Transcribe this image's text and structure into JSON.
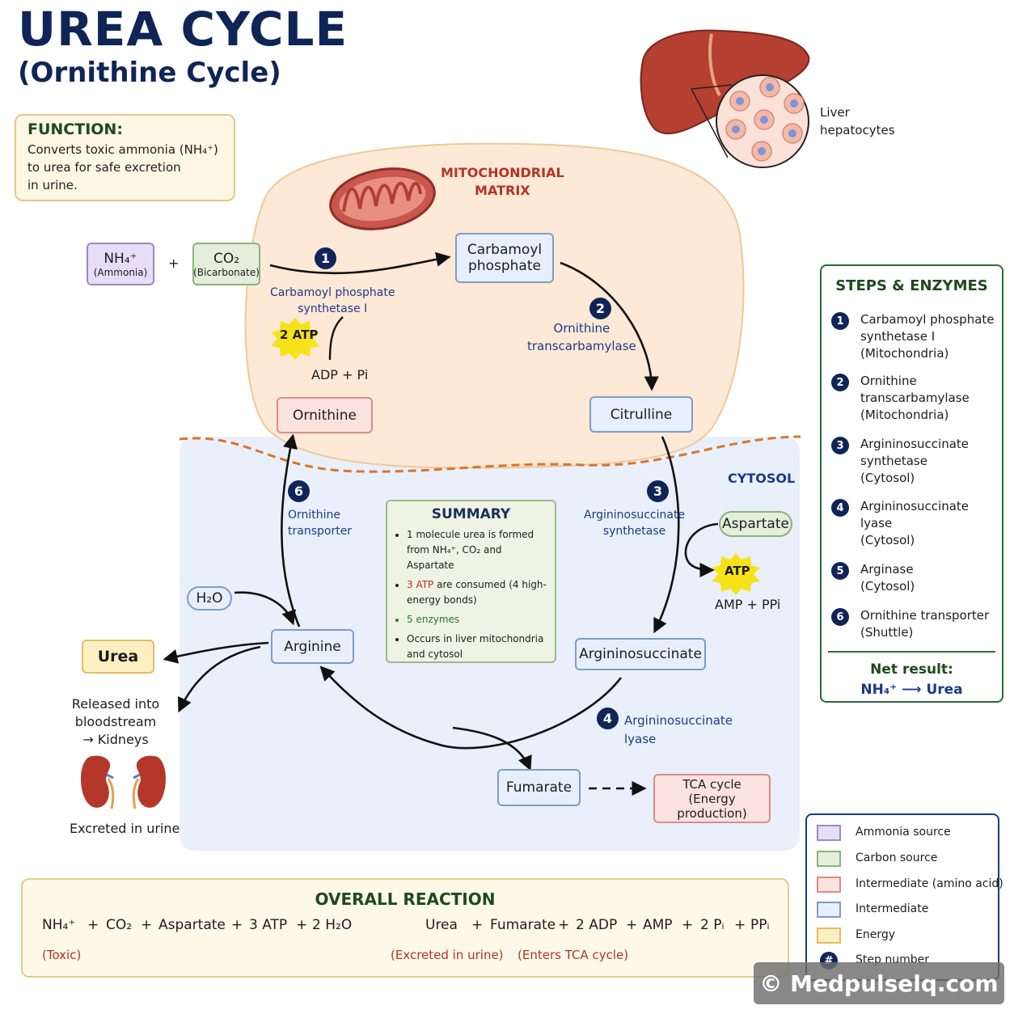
{
  "header": {
    "title": "UREA CYCLE",
    "subtitle": "(Ornithine Cycle)"
  },
  "function": {
    "heading": "FUNCTION:",
    "line1": "Converts toxic ammonia (NH₄⁺)",
    "line2": "to urea for safe excretion",
    "line3": "in urine."
  },
  "liver": {
    "line1": "Liver",
    "line2": "hepatocytes"
  },
  "regions": {
    "mito_line1": "MITOCHONDRIAL",
    "mito_line2": "MATRIX",
    "cytosol": "CYTOSOL"
  },
  "molecules": {
    "nh4": {
      "name": "NH₄⁺",
      "sub": "(Ammonia)"
    },
    "plus": "+",
    "co2": {
      "name": "CO₂",
      "sub": "(Bicarbonate)"
    },
    "carbamoyl_line1": "Carbamoyl",
    "carbamoyl_line2": "phosphate",
    "citrulline": "Citrulline",
    "ornithine": "Ornithine",
    "aspartate": "Aspartate",
    "argininosuccinate": "Argininosuccinate",
    "arginine": "Arginine",
    "fumarate": "Fumarate",
    "urea": "Urea",
    "h2o": "H₂O",
    "tca_line1": "TCA cycle",
    "tca_line2": "(Energy production)"
  },
  "labels": {
    "atp2": "2 ATP",
    "adp_pi": "ADP + Pi",
    "atp": "ATP",
    "amp_ppi": "AMP + PPi",
    "released_line1": "Released into",
    "released_line2": "bloodstream",
    "released_line3": "→  Kidneys",
    "excreted": "Excreted in urine"
  },
  "enzymes": {
    "e1_line1": "Carbamoyl phosphate",
    "e1_line2": "synthetase I",
    "e2_line1": "Ornithine",
    "e2_line2": "transcarbamylase",
    "e3_line1": "Argininosuccinate",
    "e3_line2": "synthetase",
    "e4_line1": "Argininosuccinate",
    "e4_line2": "lyase",
    "e6_line1": "Ornithine",
    "e6_line2": "transporter"
  },
  "step_numbers": [
    "1",
    "2",
    "3",
    "4",
    "6"
  ],
  "summary": {
    "heading": "SUMMARY",
    "b1": "1 molecule urea is formed from NH₄⁺, CO₂ and Aspartate",
    "b2_red": "3 ATP",
    "b2_rest": " are consumed (4 high-energy bonds)",
    "b3": "5 enzymes",
    "b4": "Occurs in liver mitochondria and cytosol"
  },
  "steps_panel": {
    "heading": "STEPS & ENZYMES",
    "items": [
      {
        "n": "1",
        "text": "Carbamoyl phosphate\nsynthetase I\n(Mitochondria)"
      },
      {
        "n": "2",
        "text": "Ornithine\ntranscarbamylase\n(Mitochondria)"
      },
      {
        "n": "3",
        "text": "Argininosuccinate\nsynthetase\n(Cytosol)"
      },
      {
        "n": "4",
        "text": "Argininosuccinate\nlyase\n(Cytosol)"
      },
      {
        "n": "5",
        "text": "Arginase\n(Cytosol)"
      },
      {
        "n": "6",
        "text": "Ornithine transporter\n(Shuttle)"
      }
    ],
    "net_label": "Net result:",
    "net_value": "NH₄⁺  ⟶  Urea"
  },
  "legend": {
    "items": [
      {
        "label": "Ammonia source",
        "color": "#e7ddf6",
        "border": "#9b8ac4"
      },
      {
        "label": "Carbon source",
        "color": "#e3efdb",
        "border": "#8ab47c"
      },
      {
        "label": "Intermediate (amino acid)",
        "color": "#fbe2df",
        "border": "#d98e86"
      },
      {
        "label": "Intermediate",
        "color": "#e6effb",
        "border": "#7f9cc8"
      },
      {
        "label": "Energy",
        "color": "#fdefc4",
        "border": "#e2bd61"
      }
    ],
    "step_symbol": "#",
    "step_label": "Step number"
  },
  "overall": {
    "heading": "OVERALL REACTION",
    "nh4": "NH₄⁺",
    "co2": "CO₂",
    "aspartate": "Aspartate",
    "atp": "3 ATP",
    "h2o": "2 H₂O",
    "urea": "Urea",
    "fumarate": "Fumarate",
    "adp": "2 ADP",
    "amp": "AMP",
    "pi": "2 Pᵢ",
    "ppi": "PPᵢ",
    "plus": "+",
    "toxic": "(Toxic)",
    "excreted": "(Excreted in urine)",
    "enters": "(Enters TCA cycle)"
  },
  "watermark": "© Medpulselq.com"
}
